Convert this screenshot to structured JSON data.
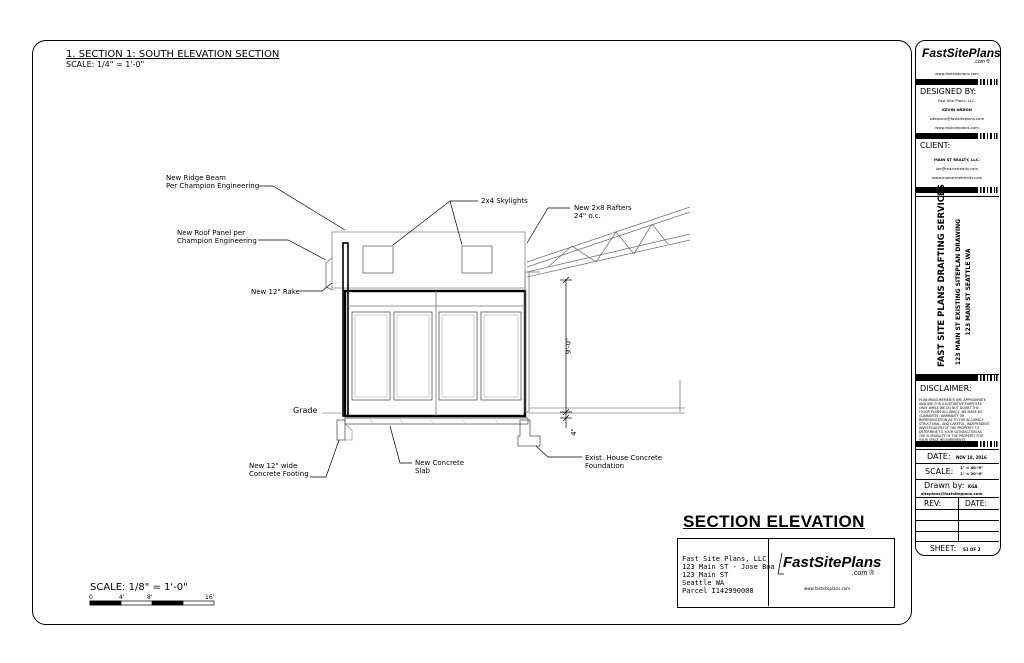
{
  "section": {
    "title": "1.  SECTION 1: SOUTH ELEVATION SECTION",
    "scale": "SCALE: 1/4\" = 1'-0\""
  },
  "annotations": {
    "ridge_beam_1": "New Ridge Beam",
    "ridge_beam_2": "Per Champion Engineering",
    "roof_panel_1": "New Roof Panel per",
    "roof_panel_2": "Champion Engineering",
    "rake": "New 12\" Rake",
    "skylights": "2x4 Skylights",
    "rafters_1": "New 2x8 Rafters",
    "rafters_2": "24\" o.c.",
    "height_dim": "9'-0\"",
    "slab_dim": "4\"",
    "grade": "Grade",
    "footing_1": "New 12\" wide",
    "footing_2": "Concrete Footing",
    "slab_1": "New Concrete",
    "slab_2": "Slab",
    "foundation_1": "Exist. House Concrete",
    "foundation_2": "Foundation"
  },
  "heading": "SECTION ELEVATION",
  "info": {
    "company": "Fast Site Plans, LLC",
    "address_1": "123 Main ST - Jose Boa",
    "address_2": "123 Main ST",
    "city": "Seattle WA",
    "parcel": "Parcel I142990000",
    "logo_main": "FastSitePlans",
    "logo_suffix": ".com ®",
    "logo_url": "www.fastsiteplans.com"
  },
  "scale_bar": {
    "title": "SCALE: 1/8\" = 1'-0\"",
    "ticks": [
      "0",
      "4'",
      "8'",
      "16'"
    ]
  },
  "title_block": {
    "logo_main": "FastSitePlans",
    "logo_suffix": ".com ®",
    "logo_url": "www.fastsiteplans.com",
    "designed_by_label": "DESIGNED BY:",
    "designer_company": "Fast Site Plans, LLC.",
    "designer_name": "KEVIN ARDON",
    "designer_email": "siteplans@fastsiteplans.com",
    "designer_url": "www.fastsiteplans.com",
    "client_label": "CLIENT:",
    "client_name": "MAIN ST REALTY, LLC.",
    "client_email": "joe@mainstrealty.com",
    "client_url": "www.mainstreetrealty.com",
    "vertical_company": "FAST SITE PLANS DRAFTING SERVICES",
    "vertical_project_1": "123 MAIN ST EXISTING SITEPLAN DRAWING",
    "vertical_project_2": "123 MAIN ST SEATTLE WA",
    "disclaimer_label": "DISCLAIMER:",
    "disclaimer_lines": [
      "PLAN MEASUREMENTS ARE APPROXIMATE",
      "AND ARE FOR ILLUSTRATIVE PURPOSES",
      "ONLY. WHILE WE DO NOT DOUBT THE",
      "FLOOR PLANS ACCURACY, WE MAKE NO",
      "GUARANTEE, WARRANTY OR",
      "REPRESENTATION AS TO THE ACCURACY,",
      "STRUCTURAL, AND CAREFUL, INDEPENDENT",
      "INVESTIGATION OF THE PROPERTY TO",
      "DETERMINE TO YOUR SATISFACTION AS",
      "THE SUITABILITY OF THE PROPERTY FOR",
      "YOUR SPACE REQUIREMENTS."
    ],
    "date_label": "DATE:",
    "date_value": "NOV 18, 2016",
    "scale_label": "SCALE:",
    "scale_value_1": "1\" = 40'-0\"",
    "scale_value_2": "1\" = 20'-0\"",
    "drawn_by_label": "Drawn by:",
    "drawn_by_value": "KGA",
    "drawn_by_email": "siteplans@fastsiteplans.com",
    "rev_label": "REV:",
    "rev_date_label": "DATE:",
    "sheet_label": "SHEET:",
    "sheet_value": "S1 OF 2"
  }
}
